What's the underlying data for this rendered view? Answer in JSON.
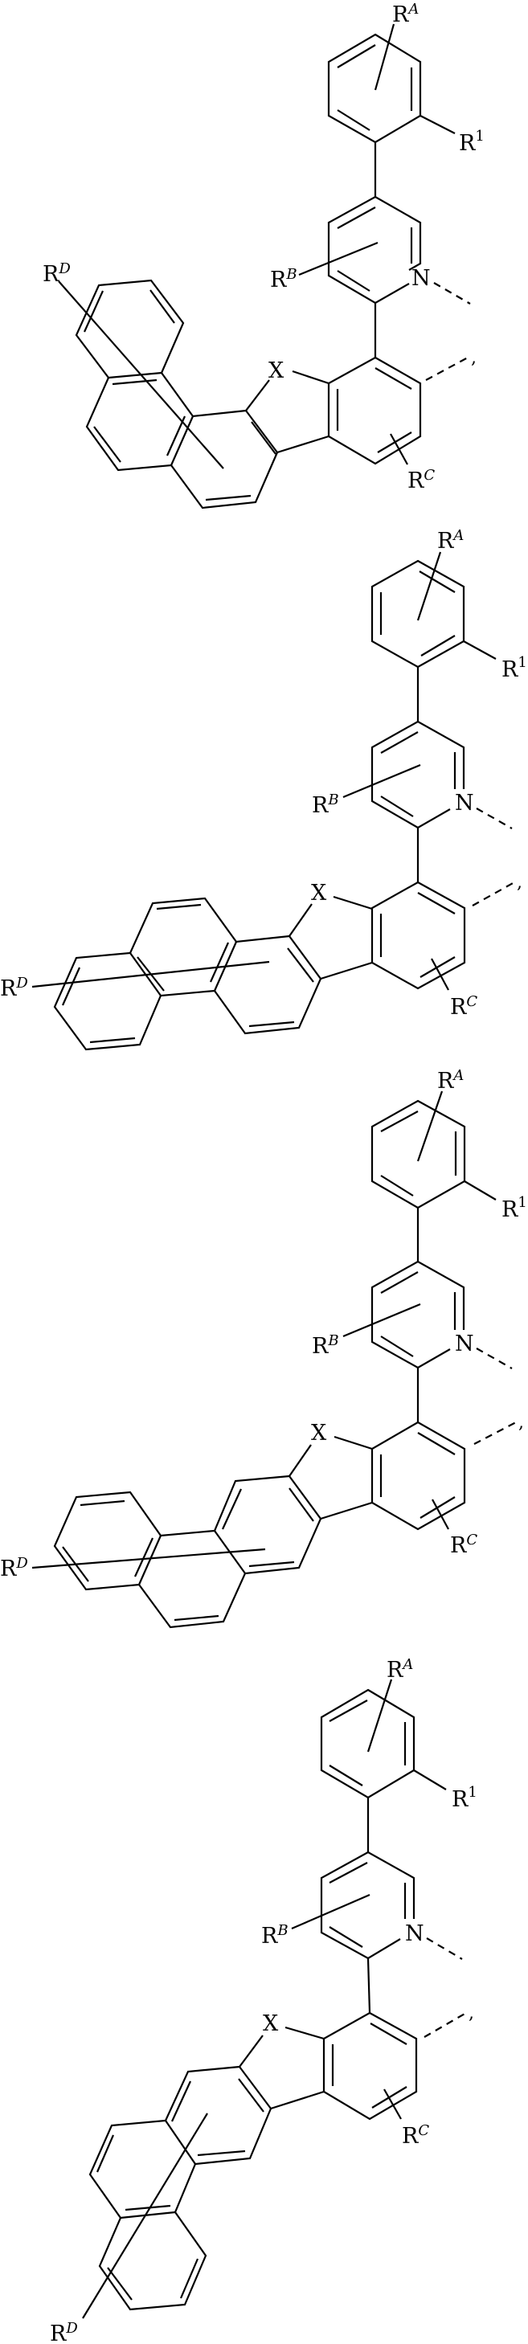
{
  "figure": {
    "description": "Four ligand structures: 5-(2-R1-phenyl)-pyridin-2-yl attached to naphtho/phenanthro-fused benzofuran (X-heterocycle) cores, coordination sites marked by dashed bonds",
    "structures": [
      {
        "id": "structure-1",
        "labels": {
          "ra": "R",
          "ra_sup": "A",
          "r1": "R",
          "r1_sup": "1",
          "rb": "R",
          "rb_sup": "B",
          "n": "N",
          "x": "X",
          "rc": "R",
          "rc_sup": "C",
          "rd": "R",
          "rd_sup": "D",
          "comma": ","
        }
      },
      {
        "id": "structure-2",
        "labels": {
          "ra": "R",
          "ra_sup": "A",
          "r1": "R",
          "r1_sup": "1",
          "rb": "R",
          "rb_sup": "B",
          "n": "N",
          "x": "X",
          "rc": "R",
          "rc_sup": "C",
          "rd": "R",
          "rd_sup": "D",
          "comma": ","
        }
      },
      {
        "id": "structure-3",
        "labels": {
          "ra": "R",
          "ra_sup": "A",
          "r1": "R",
          "r1_sup": "1",
          "rb": "R",
          "rb_sup": "B",
          "n": "N",
          "x": "X",
          "rc": "R",
          "rc_sup": "C",
          "rd": "R",
          "rd_sup": "D",
          "comma": ","
        }
      },
      {
        "id": "structure-4",
        "labels": {
          "ra": "R",
          "ra_sup": "A",
          "r1": "R",
          "r1_sup": "1",
          "rb": "R",
          "rb_sup": "B",
          "n": "N",
          "x": "X",
          "rc": "R",
          "rc_sup": "C",
          "rd": "R",
          "rd_sup": "D",
          "comma": ","
        }
      }
    ]
  },
  "colors": {
    "ink": "#000000",
    "background": "#ffffff"
  }
}
